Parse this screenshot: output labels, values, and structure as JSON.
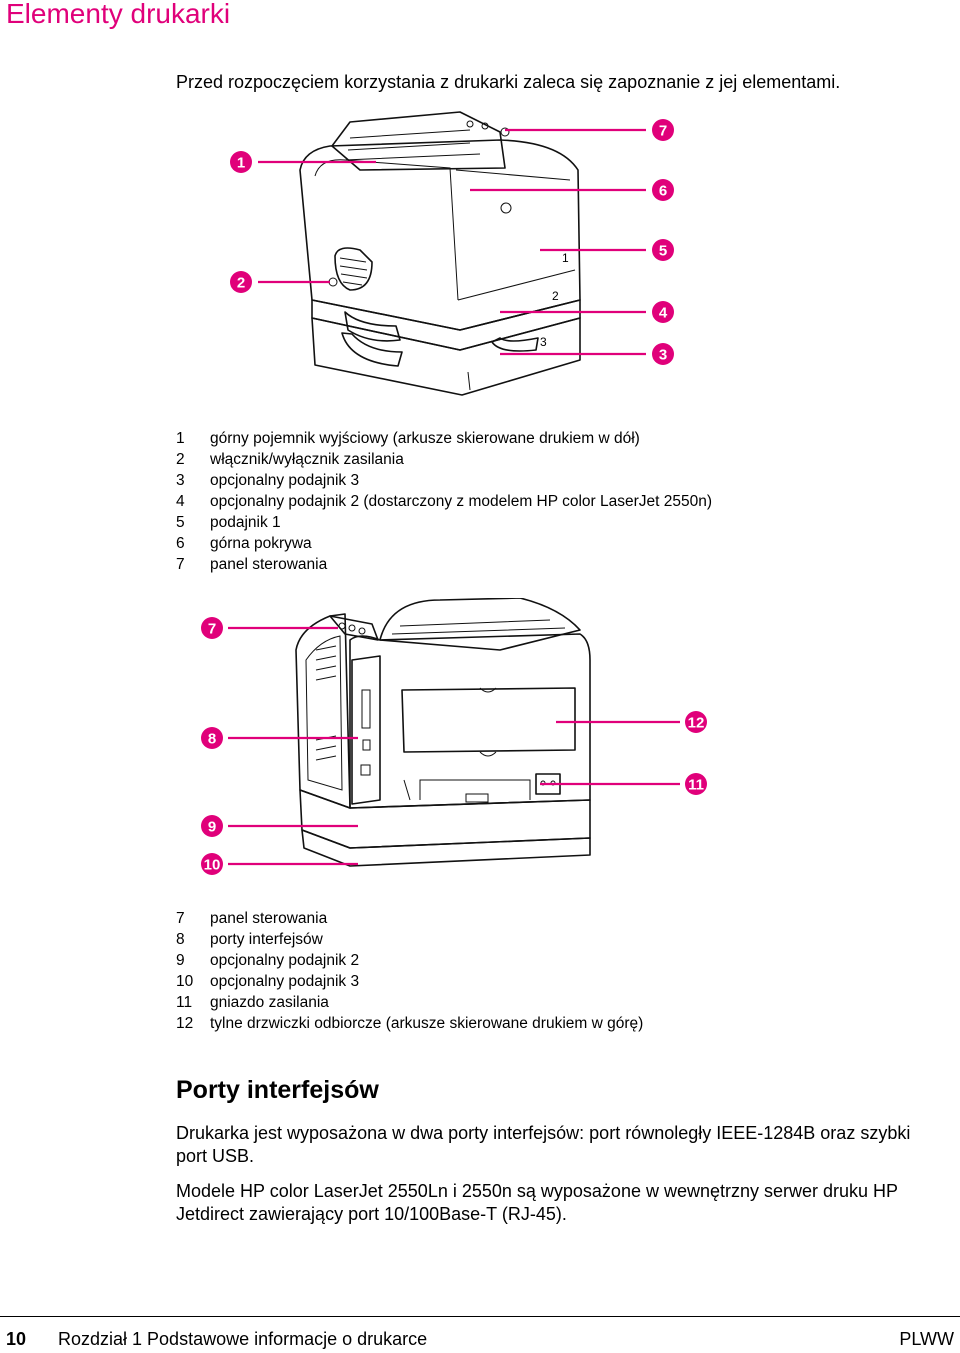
{
  "page": {
    "title": "Elementy drukarki",
    "intro": "Przed rozpoczęciem korzystania z drukarki zaleca się zapoznanie z jej elementami.",
    "accent_color": "#e0007a"
  },
  "figure1": {
    "callouts": [
      "1",
      "2",
      "3",
      "4",
      "5",
      "6",
      "7"
    ],
    "printed_tray_numbers": [
      "1",
      "2",
      "3"
    ]
  },
  "legend1": [
    {
      "num": "1",
      "text": "górny pojemnik wyjściowy (arkusze skierowane drukiem w dół)"
    },
    {
      "num": "2",
      "text": "włącznik/wyłącznik zasilania"
    },
    {
      "num": "3",
      "text": "opcjonalny podajnik 3"
    },
    {
      "num": "4",
      "text": "opcjonalny podajnik 2 (dostarczony z modelem HP color LaserJet 2550n)"
    },
    {
      "num": "5",
      "text": "podajnik 1"
    },
    {
      "num": "6",
      "text": "górna pokrywa"
    },
    {
      "num": "7",
      "text": "panel sterowania"
    }
  ],
  "figure2": {
    "callouts": [
      "7",
      "8",
      "9",
      "10",
      "11",
      "12"
    ]
  },
  "legend2": [
    {
      "num": "7",
      "text": "panel sterowania"
    },
    {
      "num": "8",
      "text": "porty interfejsów"
    },
    {
      "num": "9",
      "text": "opcjonalny podajnik 2"
    },
    {
      "num": "10",
      "text": "opcjonalny podajnik 3"
    },
    {
      "num": "11",
      "text": "gniazdo zasilania"
    },
    {
      "num": "12",
      "text": "tylne drzwiczki odbiorcze (arkusze skierowane drukiem w górę)"
    }
  ],
  "section": {
    "heading": "Porty interfejsów",
    "para1": "Drukarka jest wyposażona w dwa porty interfejsów: port równoległy IEEE-1284B oraz szybki port USB.",
    "para2": "Modele HP color LaserJet 2550Ln i 2550n są wyposażone w wewnętrzny serwer druku HP Jetdirect zawierający port 10/100Base-T (RJ-45)."
  },
  "footer": {
    "page_number": "10",
    "chapter": "Rozdział 1  Podstawowe informacje o drukarce",
    "right": "PLWW"
  }
}
